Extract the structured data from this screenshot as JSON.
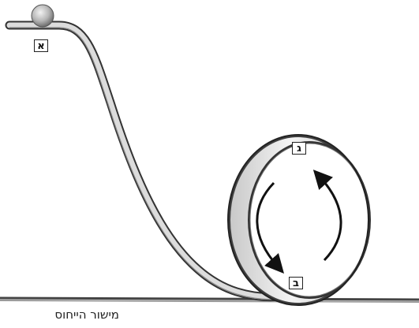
{
  "labels": {
    "point_a": "א",
    "point_b": "ב",
    "point_g": "ג",
    "reference_plane": "מישור הייחוס"
  },
  "colors": {
    "track_outer": "#3a3a3a",
    "track_inner": "#d6d6d6",
    "ball": "#bdbdbd",
    "ground": "#555555",
    "arrow": "#111111"
  }
}
